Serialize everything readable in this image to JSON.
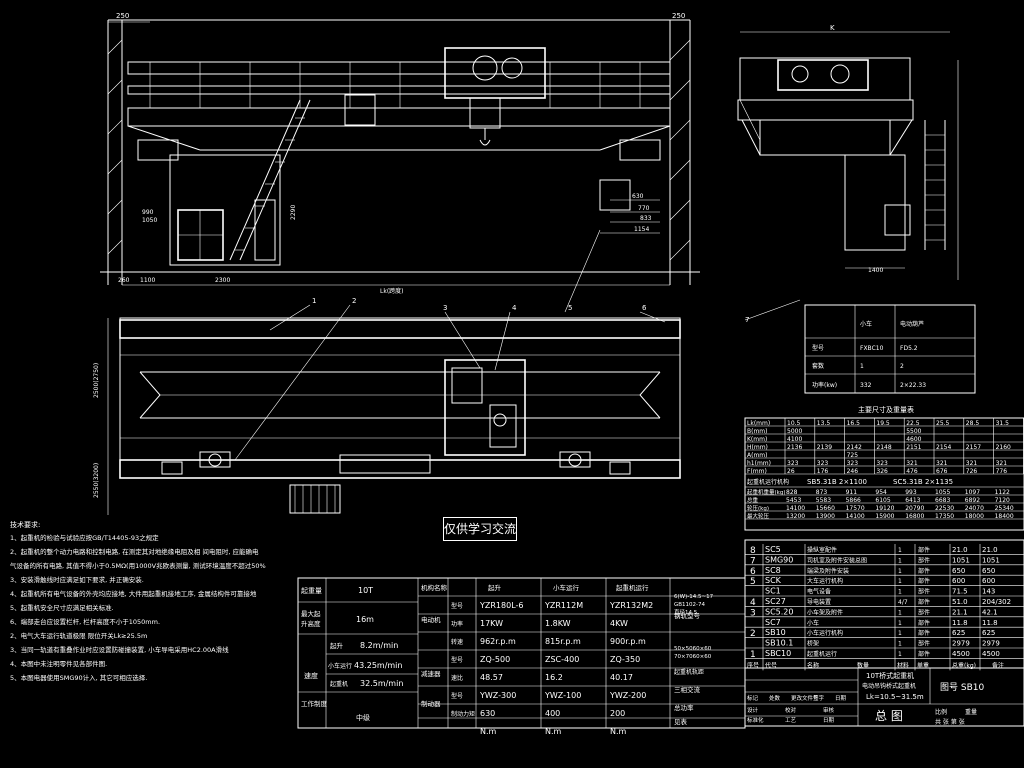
{
  "watermark_note": "仅供学习交流",
  "drawing_title": {
    "line1": "10T桥式起重机",
    "line2": "电动吊钩桥式起重机",
    "line3": "Lk=10.5~31.5m",
    "drawing_no": "图号 SB10",
    "label": "总  图"
  },
  "top_dims": {
    "d250_left": "250",
    "d250_right": "250",
    "d2300": "2300",
    "d1100": "1100",
    "d260": "260",
    "lk": "Lk(跨度)",
    "d990": "990",
    "d1050": "1050",
    "d2290": "2290",
    "d630": "630",
    "d770": "770",
    "d833": "833",
    "d1154": "1154",
    "k": "K",
    "d1400": "1400"
  },
  "plan_dims": {
    "left_top": "2500(2750)",
    "left_bottom": "2550(3200)"
  },
  "callouts": [
    "1",
    "2",
    "3",
    "4",
    "5",
    "6",
    "7"
  ],
  "motor_table": {
    "headers": [
      "",
      "小车",
      "电动葫芦"
    ],
    "rows": [
      [
        "型号",
        "FXBC10",
        "FD5.2"
      ],
      [
        "套数",
        "1",
        "2"
      ],
      [
        "功率(kw)",
        "332",
        "2×22.33"
      ]
    ]
  },
  "main_dims_table": {
    "title": "主要尺寸及重量表",
    "spans": [
      "10.5",
      "13.5",
      "16.5",
      "19.5",
      "22.5",
      "25.5",
      "28.5",
      "31.5"
    ],
    "rows": [
      {
        "label": "Lk(mm)",
        "cells": [
          "10.5",
          "13.5",
          "16.5",
          "19.5",
          "22.5",
          "25.5",
          "28.5",
          "31.5"
        ]
      },
      {
        "label": "B(mm)",
        "cells": [
          "5000",
          "",
          "",
          "",
          "5500",
          "",
          "",
          ""
        ]
      },
      {
        "label": "K(mm)",
        "cells": [
          "4100",
          "",
          "",
          "",
          "4600",
          "",
          "",
          ""
        ]
      },
      {
        "label": "H(mm)",
        "cells": [
          "2136",
          "2139",
          "2142",
          "2148",
          "2151",
          "2154",
          "2157",
          "2160"
        ]
      },
      {
        "label": "A(mm)",
        "cells": [
          "",
          "",
          "725",
          "",
          "",
          "",
          "",
          ""
        ]
      },
      {
        "label": "h1(mm)",
        "cells": [
          "323",
          "323",
          "323",
          "323",
          "321",
          "321",
          "321",
          "321"
        ]
      },
      {
        "label": "F(mm)",
        "cells": [
          "26",
          "176",
          "246",
          "326",
          "476",
          "676",
          "726",
          "776"
        ]
      }
    ],
    "rail_a": "SB5.31B 2×1100",
    "rail_b": "SC5.31B 2×1135",
    "rail_label": "起重机运行机构",
    "weight_rows": [
      {
        "label": "起重机重量(kg)",
        "cells": [
          "828",
          "873",
          "911",
          "954",
          "993",
          "1055",
          "1097",
          "1122"
        ]
      },
      {
        "label": "总重",
        "cells": [
          "5453",
          "5583",
          "5866",
          "6105",
          "6413",
          "6683",
          "6892",
          "7120"
        ]
      },
      {
        "label": "轮压(kg)",
        "cells": [
          "14100",
          "15660",
          "17570",
          "19120",
          "20790",
          "22530",
          "24070",
          "25340"
        ]
      },
      {
        "label": "最大轮压",
        "cells": [
          "13200",
          "13900",
          "14100",
          "15900",
          "16800",
          "17350",
          "18000",
          "18400"
        ]
      }
    ]
  },
  "parts_list": {
    "rows": [
      {
        "no": "8",
        "code": "SC5",
        "name": "操纵室配件",
        "qty": "1",
        "mat": "部件",
        "w1": "21.0",
        "w2": "21.0"
      },
      {
        "no": "7",
        "code": "SMG90",
        "name": "司机室及附件安装总图",
        "qty": "1",
        "mat": "部件",
        "w1": "1051",
        "w2": "1051"
      },
      {
        "no": "6",
        "code": "SC8",
        "name": "端梁及附件安装",
        "qty": "1",
        "mat": "部件",
        "w1": "650",
        "w2": "650"
      },
      {
        "no": "5",
        "code": "SCK",
        "name": "大车运行机构",
        "qty": "1",
        "mat": "部件",
        "w1": "600",
        "w2": "600"
      },
      {
        "no": "",
        "code": "SC1",
        "name": "电气设备",
        "qty": "1",
        "mat": "部件",
        "w1": "71.5",
        "w2": "143"
      },
      {
        "no": "4",
        "code": "SC27",
        "name": "导电装置",
        "qty": "4/7",
        "mat": "部件",
        "w1": "51.0",
        "w2": "204/302"
      },
      {
        "no": "3",
        "code": "SC5.20",
        "name": "小车架及附件",
        "qty": "1",
        "mat": "部件",
        "w1": "21.1",
        "w2": "42.1"
      },
      {
        "no": "",
        "code": "SC7",
        "name": "小车",
        "qty": "1",
        "mat": "部件",
        "w1": "11.8",
        "w2": "11.8"
      },
      {
        "no": "2",
        "code": "SB10",
        "name": "小车运行机构",
        "qty": "1",
        "mat": "部件",
        "w1": "625",
        "w2": "625"
      },
      {
        "no": "",
        "code": "SB10.1",
        "name": "桥架",
        "qty": "1",
        "mat": "部件",
        "w1": "2979",
        "w2": "2979"
      },
      {
        "no": "1",
        "code": "SBC10",
        "name": "起重机运行",
        "qty": "1",
        "mat": "部件",
        "w1": "4500",
        "w2": "4500"
      }
    ],
    "footer": [
      "序号",
      "代号",
      "名称",
      "数量",
      "材料",
      "单重",
      "总重(kg)",
      "备注"
    ]
  },
  "tech_requirements": {
    "title": "技术要求:",
    "items": [
      "1、起重机的检验与试验应按GB/T14405-93之规定",
      "2、起重机的整个动力电路和控制电路, 在测定其对地绝缘电阻及相  间电阻时, 应能确电",
      "   气设备的所有电路, 其值不得小于0.5MΩ(用1000V兆欧表测量, 测试环境温度不超过50%",
      "3、安装滑触线时应满足如下要求, 并正确安装.",
      "4、起重机所有电气设备的外壳均应接地, 大件用起重机接地工序, 金属结构件可靠接地",
      "5、起重机安全尺寸应满足相关标准.",
      "6、端部走台应设置栏杆, 栏杆高度不小于1050mm.",
      "2、电气大车运行轨道极限 限位开关Lk≥25.5m",
      "3、当同一轨道有重叠作业时应设置防碰撞装置, 小车导电采用HC2.00A滑线",
      "4、本图中未注明零件见各部件图.",
      "5、本图电器使用SMG90计入, 其它可相应选择."
    ]
  },
  "spec_table": {
    "capacity_label": "起重量",
    "capacity": "10T",
    "lift_label": "最大起升高度",
    "lift": "16m",
    "speed_label": "速度",
    "hoist_label": "起升",
    "hoist_speed": "8.2m/min",
    "trolley_label": "小车运行",
    "trolley_speed": "43.25m/min",
    "crane_label": "起重机",
    "crane_speed": "32.5m/min",
    "duty_label": "工作制度",
    "duty": "中级",
    "col_heads": [
      "机构名称",
      "起升",
      "小车运行",
      "起重机运行"
    ],
    "motor_label": "电动机",
    "reducer_label": "减速器",
    "brake_label": "制动器",
    "rows": [
      {
        "label": "型号",
        "v": [
          "YZR180L-6",
          "YZR112M",
          "YZR132M2"
        ]
      },
      {
        "label": "功率",
        "v": [
          "17KW",
          "1.8KW",
          "4KW"
        ]
      },
      {
        "label": "转速",
        "v": [
          "962r.p.m",
          "815r.p.m",
          "900r.p.m"
        ]
      },
      {
        "label": "型号",
        "v": [
          "ZQ-500",
          "ZSC-400",
          "ZQ-350"
        ]
      },
      {
        "label": "速比",
        "v": [
          "48.57",
          "16.2",
          "40.17"
        ]
      },
      {
        "label": "型号",
        "v": [
          "YWZ-300",
          "YWZ-100",
          "YWZ-200"
        ]
      },
      {
        "label": "制动力矩",
        "v": [
          "630",
          "400",
          "200"
        ]
      },
      {
        "label": "",
        "v": [
          "N.m",
          "N.m",
          "N.m"
        ]
      }
    ],
    "rail_label": "钢轨型号",
    "rail_value": "50×5060×60\n70×7060×60",
    "wheel_label": "起重机轨距",
    "power_label": "电源",
    "power_value": "三相交流",
    "notes_label": "总功率",
    "rated_label": "见表",
    "extra": "6(W)-14.5~17\nGB1102-74\n直径14.5",
    "see_table": "见表"
  },
  "revision_block": {
    "cols": [
      "标记",
      "处数",
      "更改文件号",
      "签字",
      "日期"
    ],
    "roles": [
      "设计",
      "校对",
      "审核",
      "标准化",
      "工艺",
      "日期"
    ],
    "scale_label": "比例",
    "weight_label": "重量",
    "sheet_label": "共 张 第 张"
  }
}
